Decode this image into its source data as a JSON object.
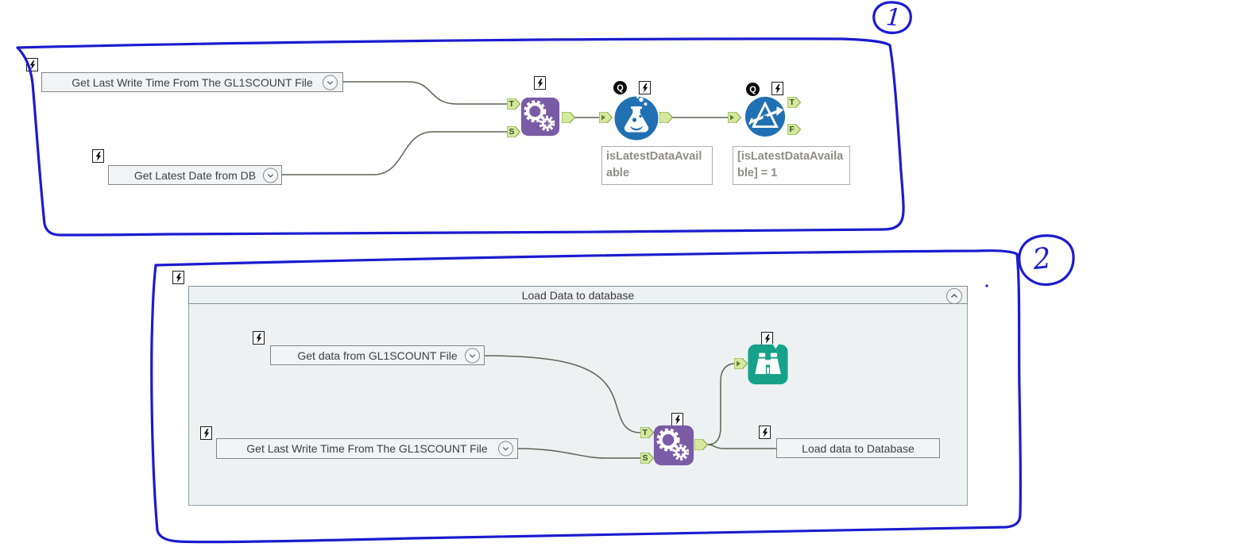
{
  "colors": {
    "ink_blue": "#1b1bd0",
    "tool_purple": "#7a5ba6",
    "tool_blue": "#2170b4",
    "tool_teal": "#16a189",
    "anchor_fill": "#d6e8a0",
    "anchor_border": "#7fa23c",
    "connector": "#5a6552"
  },
  "markers": {
    "one": "1",
    "two": "2"
  },
  "section1": {
    "get_last_write_box": {
      "label": "Get Last Write Time From The GL1SCOUNT File"
    },
    "get_latest_date_box": {
      "label": "Get Latest Date from DB"
    },
    "macro_tool": {
      "anchor_t": "T",
      "anchor_s": "S"
    },
    "formula_tool": {
      "badge": "Q",
      "annotation": "isLatestDataAvailable"
    },
    "filter_tool": {
      "badge": "Q",
      "annotation": "[isLatestDataAvailable] = 1",
      "anchor_t": "T",
      "anchor_f": "F"
    }
  },
  "section2": {
    "container": {
      "title": "Load Data to database"
    },
    "get_data_box": {
      "label": "Get data from GL1SCOUNT File"
    },
    "get_last_write_box": {
      "label": "Get Last Write Time From The GL1SCOUNT File"
    },
    "macro_tool": {
      "anchor_t": "T",
      "anchor_s": "S"
    },
    "load_data_box": {
      "label": "Load data to Database"
    }
  }
}
